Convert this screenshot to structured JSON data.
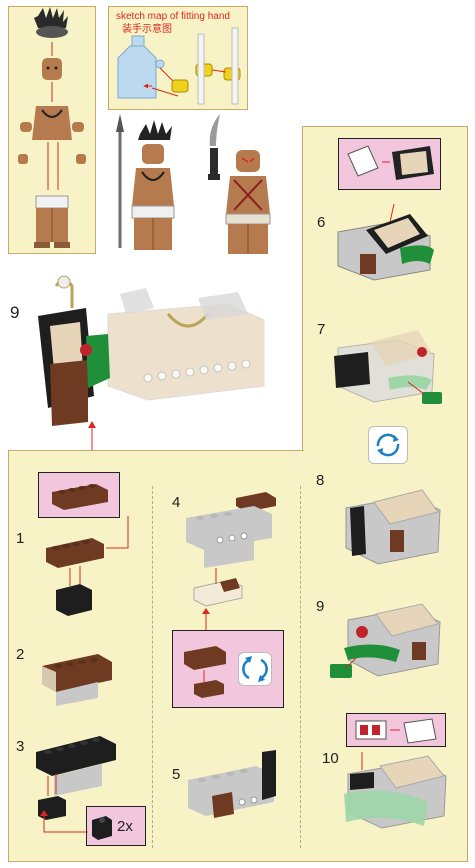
{
  "sketch_map": {
    "title_en": "sketch map of fitting hand",
    "title_cn": "装手示意图"
  },
  "steps": {
    "s1": "1",
    "s2": "2",
    "s3": "3",
    "s4": "4",
    "s5": "5",
    "s6": "6",
    "s7": "7",
    "s8": "8",
    "s9r": "9",
    "s10": "10",
    "s9big": "9"
  },
  "multiplier": "2x",
  "colors": {
    "panel_bg": "#f7f3c6",
    "panel_border": "#c9a86a",
    "callout_bg": "#f2c6dd",
    "arrow": "#d8291f",
    "brick_brown": "#6e3b22",
    "brick_gray": "#c8c8c8",
    "brick_black": "#1e1e1e",
    "brick_tan": "#e6d5b8",
    "brick_green": "#1f8f3a",
    "rotate_icon": "#1a7fc4"
  },
  "icons": [
    "rotate-icon",
    "rotate-icon"
  ]
}
